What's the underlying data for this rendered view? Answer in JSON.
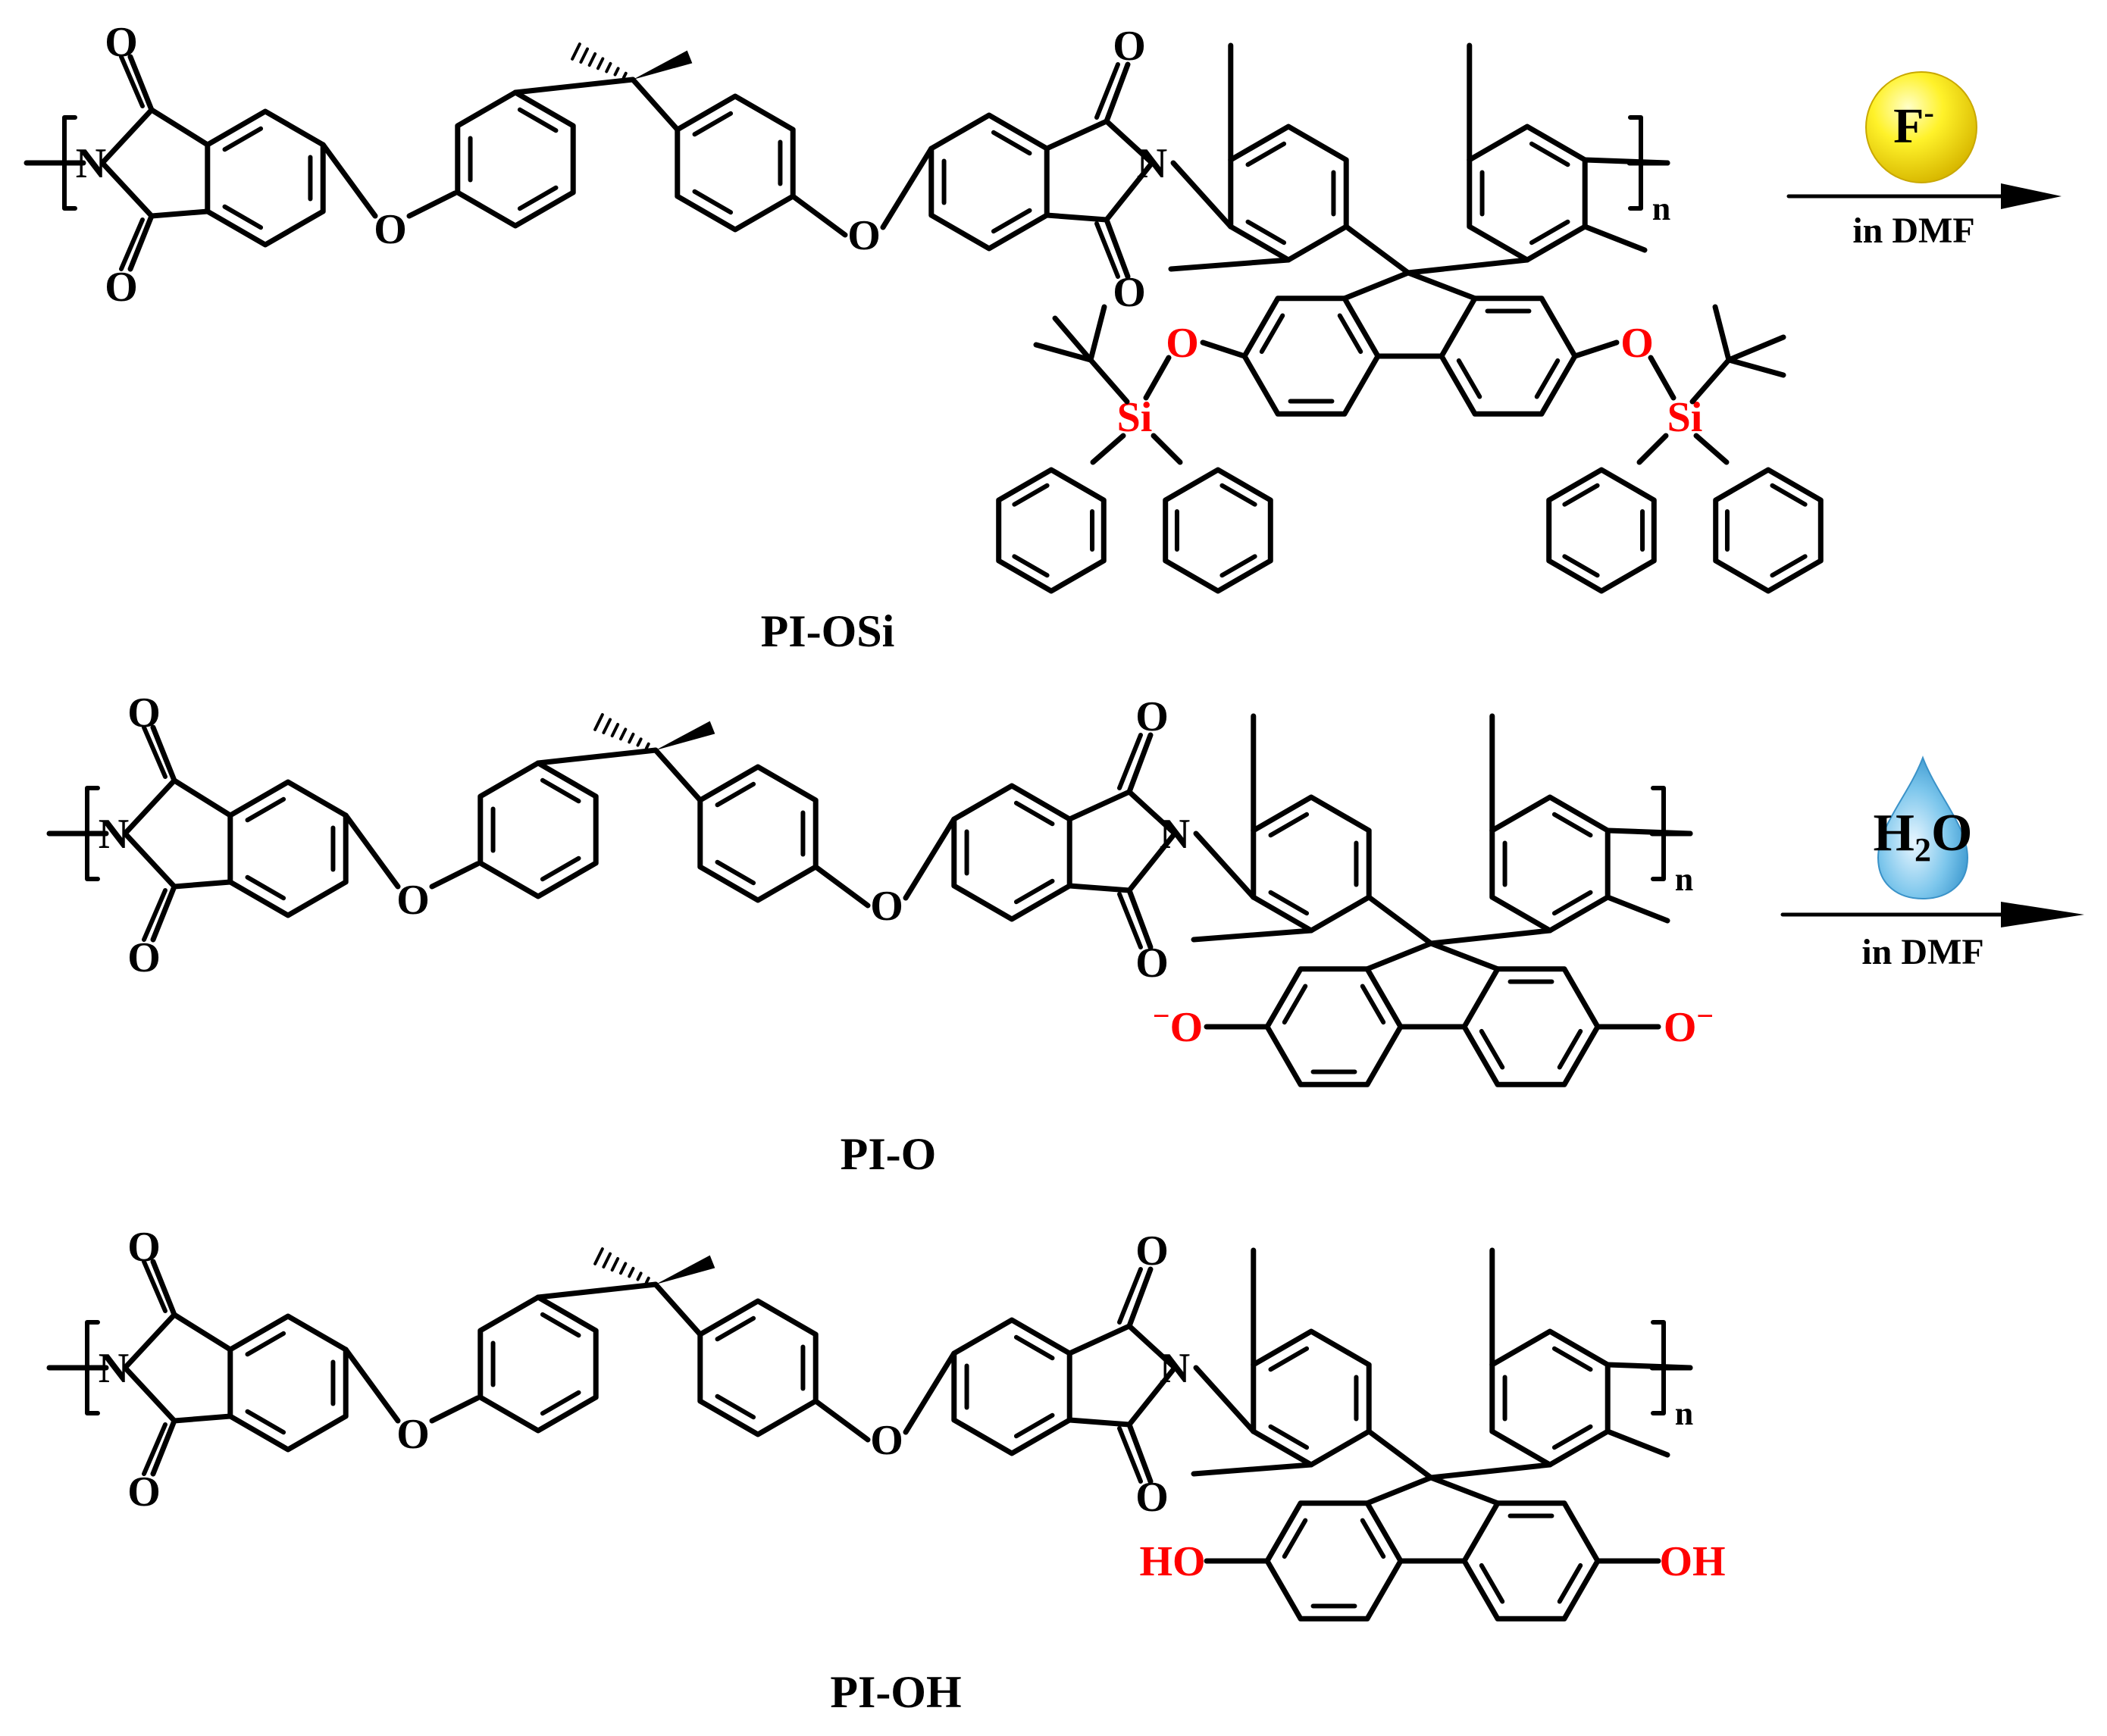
{
  "scheme": {
    "atoms": {
      "nitrogen": "N",
      "oxygen": "O",
      "silicon": "Si",
      "repeat": "n",
      "oxide_anion": "O",
      "anion_charge": "−",
      "hydroxyl_left": "HO",
      "hydroxyl_right": "OH"
    },
    "compounds": [
      {
        "label": "PI-OSi"
      },
      {
        "label": "PI-O"
      },
      {
        "label": "PI-OH"
      }
    ],
    "arrows": [
      {
        "reagent": "F",
        "reagent_charge": "-",
        "solvent": "in DMF",
        "icon": "fluoride-sphere-icon"
      },
      {
        "reagent_main": "H",
        "reagent_sub": "2",
        "reagent_tail": "O",
        "solvent": "in DMF",
        "icon": "water-drop-icon"
      }
    ],
    "colors": {
      "bond": "#000000",
      "highlight": "#ff0000",
      "fluoride_sphere": "#f7e400",
      "water_drop": "#62b6e4"
    }
  }
}
